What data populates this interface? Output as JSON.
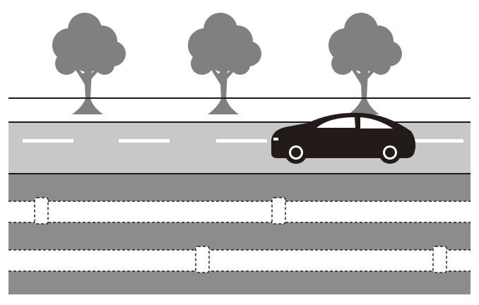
{
  "colors": {
    "background": "#ffffff",
    "tree": "#808080",
    "line": "#1a1a1a",
    "road": "#c8c8c8",
    "lane_marking": "#ffffff",
    "ground": "#8c8c8c",
    "pipe": "#ffffff",
    "pipe_border": "#222222",
    "car_body": "#231a1a",
    "car_window": "#ffffff",
    "wheel_rim": "#ffffff"
  },
  "icons": {
    "tree": "tree-icon",
    "car": "car-icon"
  },
  "scene": {
    "trees": 3,
    "lane_dashes": 5,
    "pipes": 2,
    "pipe_joints_per_pipe": 2
  }
}
